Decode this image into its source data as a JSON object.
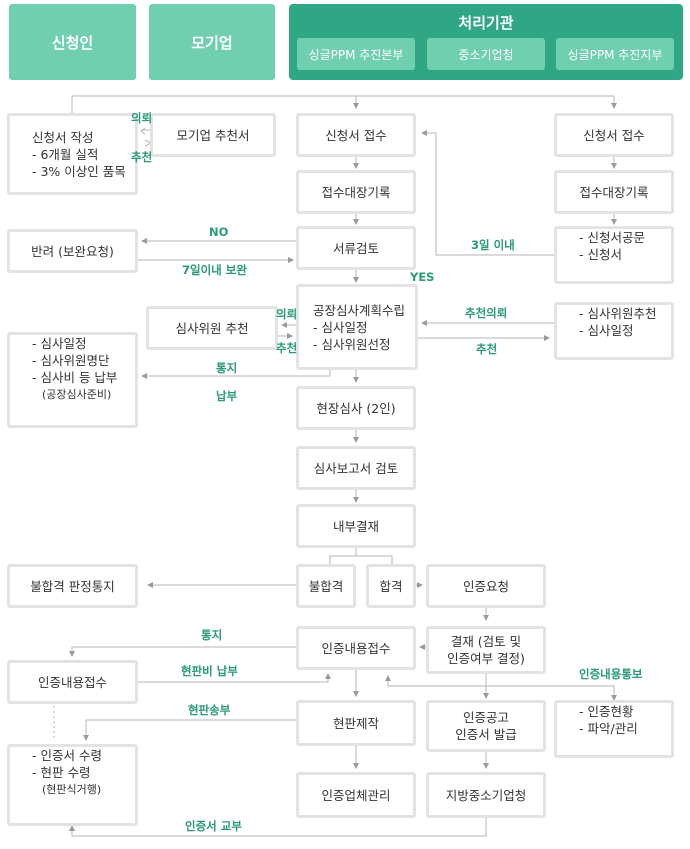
{
  "headers": {
    "applicant": "신청인",
    "parent_company": "모기업",
    "processing_agency": "처리기관",
    "agency_ppm_hq": "싱글PPM 추진본부",
    "agency_sme": "중소기업청",
    "agency_ppm_branch": "싱글PPM 추진지부"
  },
  "boxes": {
    "application_write": [
      "신청서 작성",
      "- 6개월 실적",
      "- 3% 이상인 품목"
    ],
    "parent_recommendation": "모기업 추천서",
    "hq_receipt": "신청서 접수",
    "branch_receipt": "신청서 접수",
    "hq_register": "접수대장기록",
    "branch_register": "접수대장기록",
    "return_request": "반려 (보완요청)",
    "doc_review": "서류검토",
    "branch_letter": [
      "- 신청서공문",
      "- 신청서"
    ],
    "reviewer_recommend": "심사위원 추천",
    "audit_plan": [
      "공장심사계획수립",
      "- 심사일정",
      "- 심사위원선정"
    ],
    "branch_reviewer": [
      "- 심사위원추천",
      "- 심사일정"
    ],
    "applicant_schedule": [
      "- 심사일정",
      "- 심사위원명단",
      "- 심사비 등 납부"
    ],
    "applicant_schedule_note": "(공장심사준비)",
    "site_audit": "현장심사 (2인)",
    "report_review": "심사보고서 검토",
    "internal_decision": "내부결재",
    "fail": "불합격",
    "pass": "합격",
    "fail_notice": "불합격 판정통지",
    "cert_request": "인증요청",
    "cert_receipt_hq": "인증내용접수",
    "approval": [
      "결재 (검토 및",
      "인증여부 결정)"
    ],
    "cert_receipt_applicant": "인증내용접수",
    "plate_make": "현판제작",
    "cert_announce": [
      "인증공고",
      "인증서 발급"
    ],
    "branch_status": [
      "- 인증현황",
      "- 파악/관리"
    ],
    "applicant_receive": [
      "- 인증서 수령",
      "- 현판 수령"
    ],
    "applicant_receive_note": "(현판식거행)",
    "cert_company_mgmt": "인증업체관리",
    "regional_sme": "지방중소기업청"
  },
  "labels": {
    "request": "의뢰",
    "recommend": "추천",
    "no": "NO",
    "yes": "YES",
    "within7": "7일이내 보완",
    "within3": "3일 이내",
    "request2": "의뢰",
    "recommend2": "추천",
    "recommend_request": "추천의뢰",
    "recommend3": "추천",
    "notice": "통지",
    "payment": "납부",
    "notice2": "통지",
    "plate_fee": "현판비 납부",
    "cert_notify": "인증내용통보",
    "plate_send": "현판송부",
    "cert_deliver": "인증서 교부"
  },
  "colors": {
    "header_light": "#6fcfae",
    "header_dark": "#2fa784",
    "label_green": "#2a9a78",
    "box_border": "#e3e3e3",
    "line": "#b5b5b5"
  }
}
